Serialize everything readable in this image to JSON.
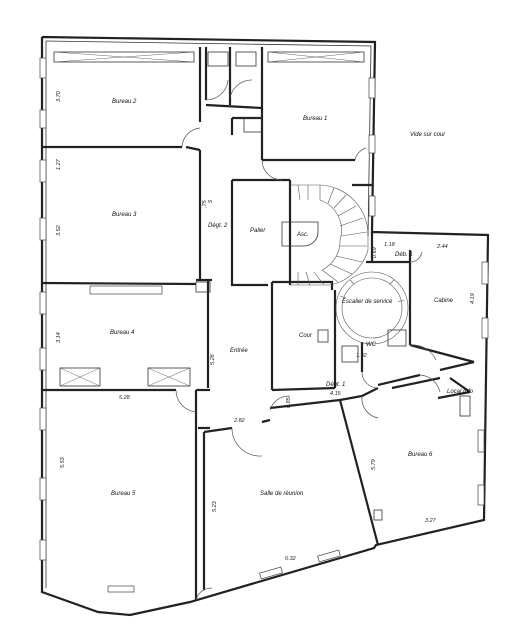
{
  "rooms": {
    "bureau2": "Bureau 2",
    "bureau1": "Bureau 1",
    "vide_sur_cour": "Vide sur cour",
    "bureau3": "Bureau 3",
    "degt2": "Dégt. 2",
    "palier": "Palier",
    "asc": "Asc.",
    "deb1": "Déb. 1",
    "bureau4": "Bureau 4",
    "escalier_service": "Escalier de service",
    "cabine": "Cabine",
    "entree": "Entrée",
    "cour": "Cour",
    "wc": "WC",
    "degt1": "Dégt. 1",
    "local_info": "Local Info",
    "bureau5": "Bureau 5",
    "salle_reunion": "Salle de réunion",
    "bureau6": "Bureau 6"
  },
  "dimensions": {
    "d_370": "3.70",
    "d_127": "1.27",
    "d_352": "3.52",
    "d_75": ",75",
    "d_5": "5",
    "d_069": "0.69",
    "d_118": "1.18",
    "d_244": "2.44",
    "d_419": "4.19",
    "d_314": "3.14",
    "d_528v": "5.28",
    "d_192": "1.92",
    "d_528h": "5.28",
    "d_415": "4.15",
    "d_085": "0.85",
    "d_282": "2.82",
    "d_553": "5.53",
    "d_523": "5.23",
    "d_579": "5.79",
    "d_632": "6.32",
    "d_327": "3.27"
  }
}
